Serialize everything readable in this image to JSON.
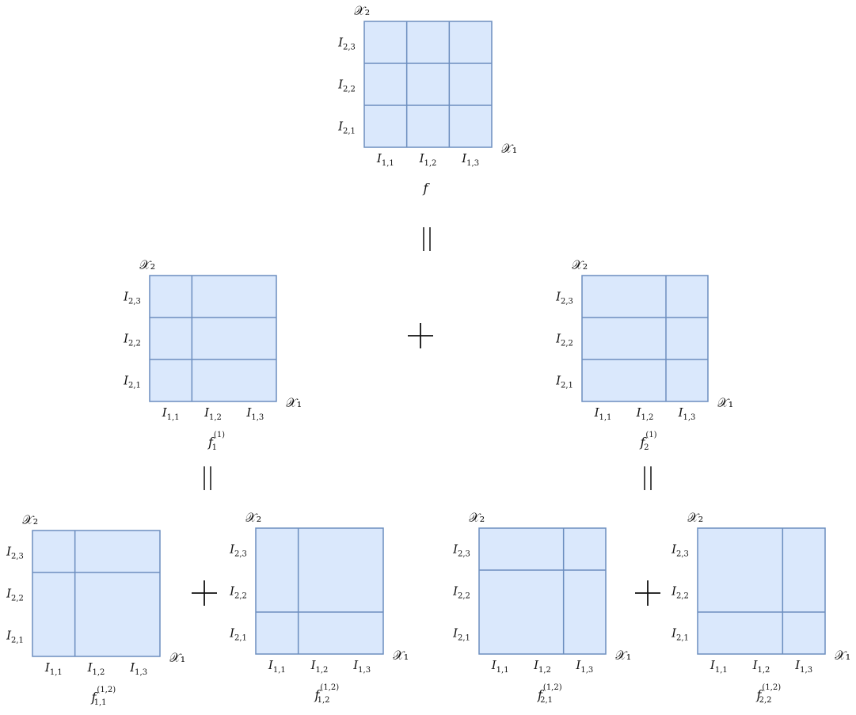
{
  "colors": {
    "fill": "#dae8fc",
    "stroke": "#6c8ebf",
    "text": "#111111"
  },
  "labels": {
    "x1_axis": "𝒳₁",
    "x2_axis": "𝒳₂",
    "row_intervals": [
      "I2,1",
      "I2,2",
      "I2,3"
    ],
    "col_intervals": [
      "I1,1",
      "I1,2",
      "I1,3"
    ],
    "equals_symbol": "||",
    "plus_symbol": "+"
  },
  "panels": [
    {
      "id": "f",
      "caption": "f",
      "caption_sup": "",
      "caption_sub": "",
      "cols": [
        1,
        1,
        1
      ],
      "rows": [
        1,
        1,
        1
      ]
    },
    {
      "id": "f1",
      "caption": "f",
      "caption_sub": "1",
      "caption_sup": "(1)",
      "cols": [
        1,
        2
      ],
      "rows": [
        1,
        1,
        1
      ]
    },
    {
      "id": "f2",
      "caption": "f",
      "caption_sub": "2",
      "caption_sup": "(1)",
      "cols": [
        2,
        1
      ],
      "rows": [
        1,
        1,
        1
      ]
    },
    {
      "id": "f11",
      "caption": "f",
      "caption_sub": "1,1",
      "caption_sup": "(1,2)",
      "cols": [
        1,
        2
      ],
      "rows": [
        2,
        1
      ]
    },
    {
      "id": "f12",
      "caption": "f",
      "caption_sub": "1,2",
      "caption_sup": "(1,2)",
      "cols": [
        1,
        2
      ],
      "rows": [
        1,
        2
      ]
    },
    {
      "id": "f21",
      "caption": "f",
      "caption_sub": "2,1",
      "caption_sup": "(1,2)",
      "cols": [
        2,
        1
      ],
      "rows": [
        2,
        1
      ]
    },
    {
      "id": "f22",
      "caption": "f",
      "caption_sub": "2,2",
      "caption_sup": "(1,2)",
      "cols": [
        2,
        1
      ],
      "rows": [
        1,
        2
      ]
    }
  ]
}
